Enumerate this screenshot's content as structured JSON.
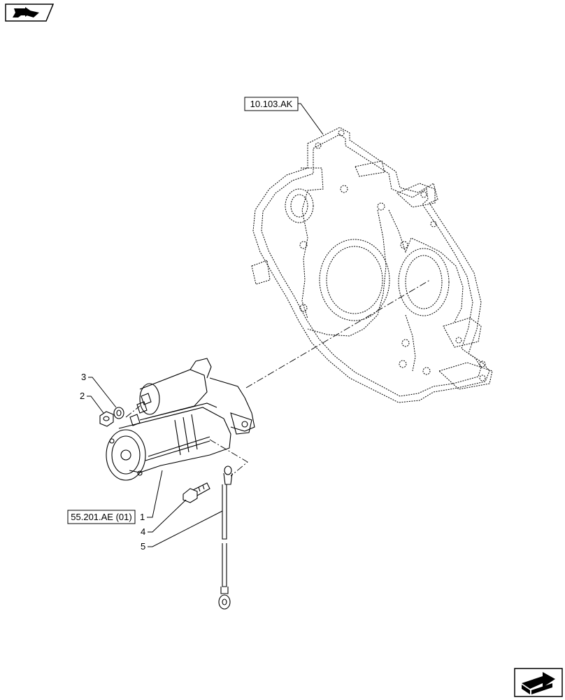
{
  "diagram": {
    "references": {
      "flywheel_housing": "10.103.AK",
      "starter_motor": "55.201.AE (01)"
    },
    "callouts": {
      "starter_motor": "1",
      "nut": "2",
      "washer": "3",
      "bolt": "4",
      "cable": "5"
    },
    "icons": {
      "top_left": "book-arrow-icon",
      "bottom_right": "next-page-arrow-icon"
    }
  }
}
